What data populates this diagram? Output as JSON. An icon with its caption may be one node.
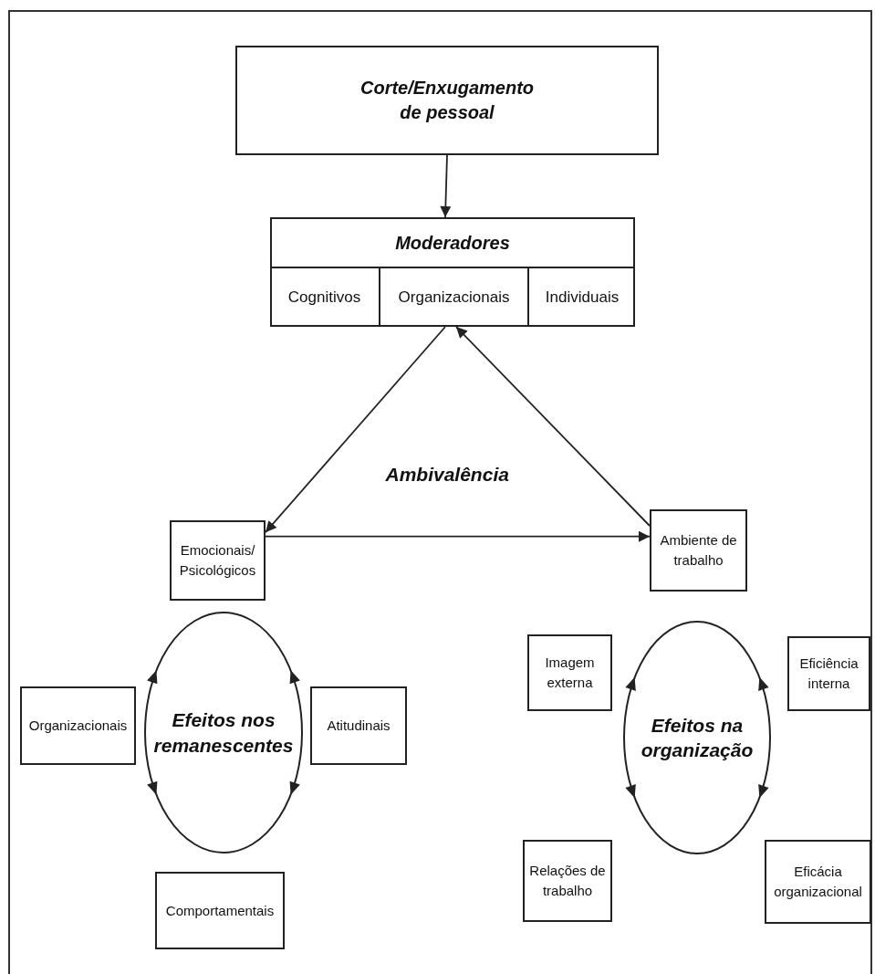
{
  "diagram": {
    "nodes": [
      {
        "text": [
          "Corte/Enxugamento de pessoal"
        ]
      },
      {
        "text": [
          "Moderadores"
        ]
      },
      {
        "text": [
          "Cognitivos"
        ],
        "in": 1
      },
      {
        "text": [
          "Organizacionais"
        ],
        "in": 1
      },
      {
        "text": [
          "Individuais"
        ],
        "in": 1
      },
      {
        "text": [
          "Emocionais/ Psicológicos"
        ]
      },
      {
        "text": [
          "Organizacionais"
        ]
      },
      {
        "text": [
          "Efeitos nos remanescentes"
        ]
      },
      {
        "text": [
          "Atitudinais"
        ]
      },
      {
        "text": [
          "Comportamentais"
        ]
      },
      {
        "text": [
          "Ambiente de trabalho"
        ]
      },
      {
        "text": [
          "Imagem externa"
        ]
      },
      {
        "text": [
          "Efeitos na organização"
        ]
      },
      {
        "text": [
          "Eficiência interna"
        ]
      },
      {
        "text": [
          "Relações de trabalho"
        ]
      },
      {
        "text": [
          "Eficácia organizacional"
        ]
      }
    ],
    "edges": [
      {
        "from": 0,
        "to": 1,
        "arrow": "to"
      },
      {
        "from": 1,
        "to": 5,
        "arrow": "to"
      },
      {
        "from": 5,
        "to": 10,
        "arrow": "to"
      },
      {
        "from": 10,
        "to": 1,
        "arrow": "to"
      }
    ],
    "labels": [
      "Ambivalência"
    ]
  }
}
